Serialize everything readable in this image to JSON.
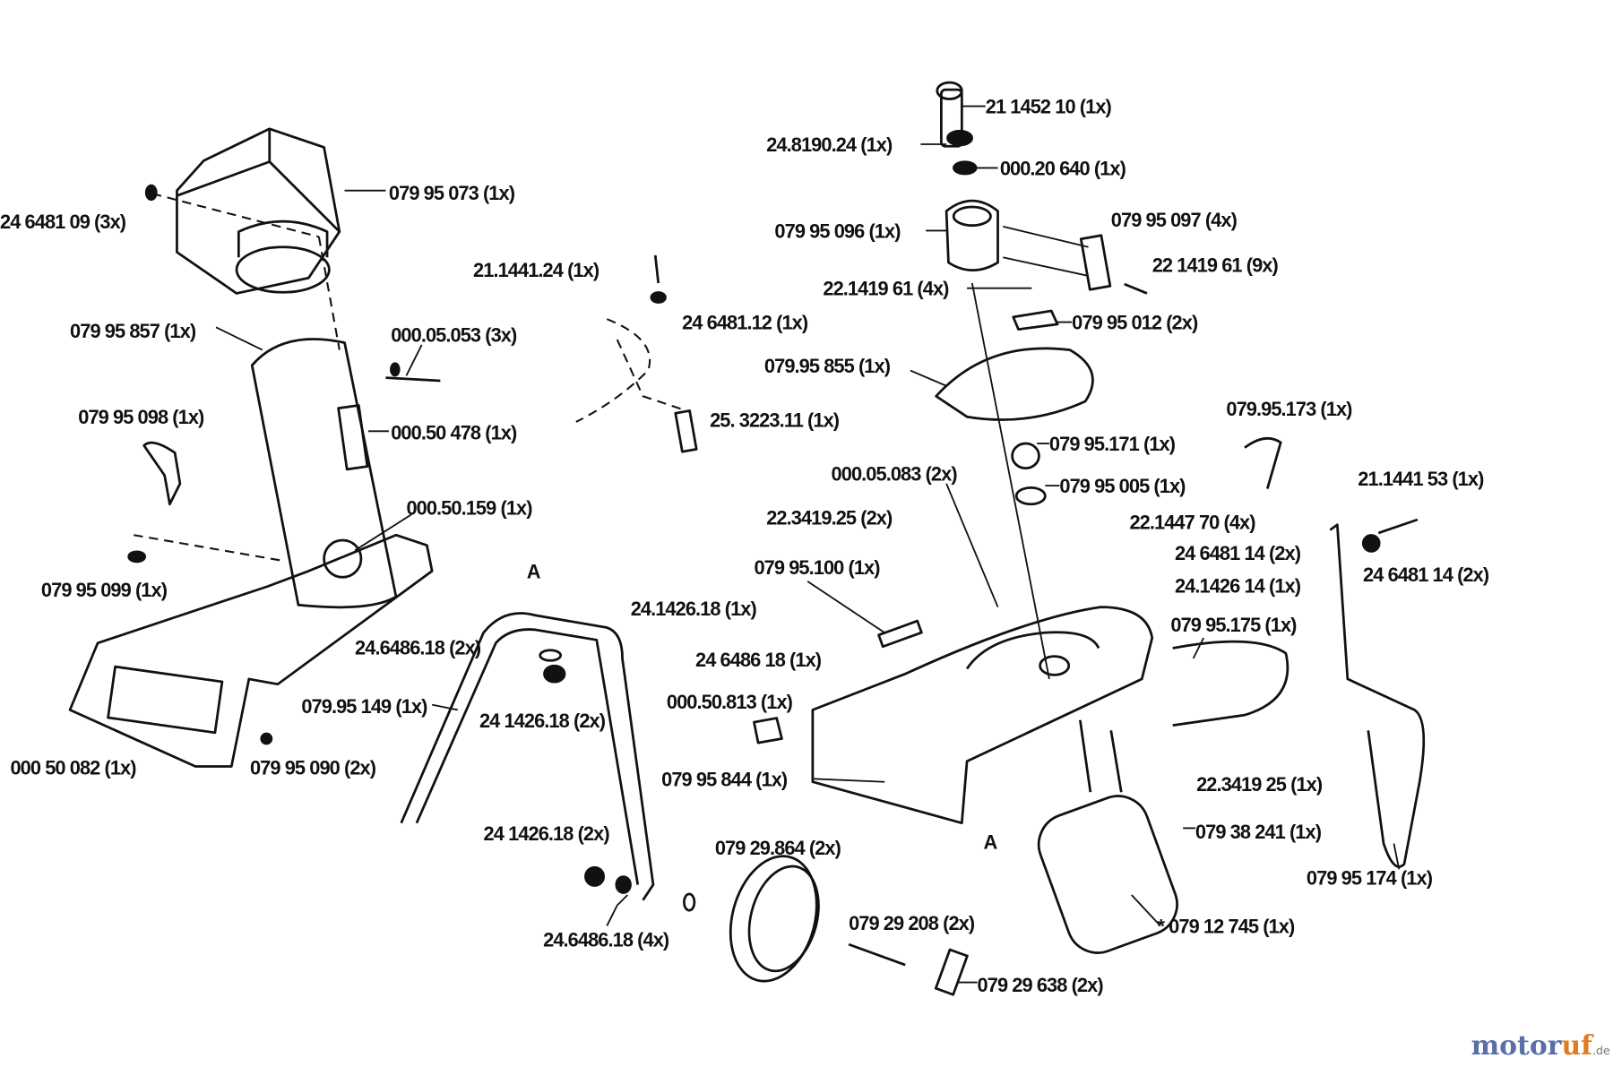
{
  "labels": [
    "21 1452 10 (1x)",
    "24.8190.24 (1x)",
    "000.20 640 (1x)",
    "079 95 073 (1x)",
    "24 6481 09 (3x)",
    "079 95 097 (4x)",
    "079 95 096 (1x)",
    "22 1419 61 (9x)",
    "21.1441.24 (1x)",
    "22.1419 61 (4x)",
    "079 95 857 (1x)",
    "000.05.053 (3x)",
    "24 6481.12 (1x)",
    "079 95 012 (2x)",
    "079.95 855 (1x)",
    "079.95.173 (1x)",
    "079 95 098 (1x)",
    "25. 3223.11 (1x)",
    "000.50 478 (1x)",
    "079 95.171 (1x)",
    "000.05.083 (2x)",
    "21.1441 53 (1x)",
    "079 95 005 (1x)",
    "000.50.159 (1x)",
    "22.3419.25 (2x)",
    "22.1447 70 (4x)",
    "24 6481 14 (2x)",
    "24 6481 14 (2x)",
    "079 95.100 (1x)",
    "24.1426 14 (1x)",
    "079 95 099 (1x)",
    "24.1426.18 (1x)",
    "079 95.175 (1x)",
    "24.6486.18 (2x)",
    "24 6486 18 (1x)",
    "079.95 149 (1x)",
    "24 1426.18 (2x)",
    "000.50.813 (1x)",
    "000 50 082 (1x)",
    "079 95 090 (2x)",
    "079 95 844 (1x)",
    "22.3419 25 (1x)",
    "079 38 241 (1x)",
    "24 1426.18 (2x)",
    "079 29.864 (2x)",
    "079 95 174 (1x)",
    "079 29 208 (2x)",
    "* 079 12 745 (1x)",
    "24.6486.18 (4x)",
    "079 29 638 (2x)"
  ],
  "section_marks": [
    "A",
    "A"
  ],
  "watermark": {
    "brand": "motoruf",
    "brand_a": "motor",
    "brand_b": "uf",
    "tld": ".de",
    "color_a": "#5a6fa8",
    "color_b": "#e07a1f"
  }
}
